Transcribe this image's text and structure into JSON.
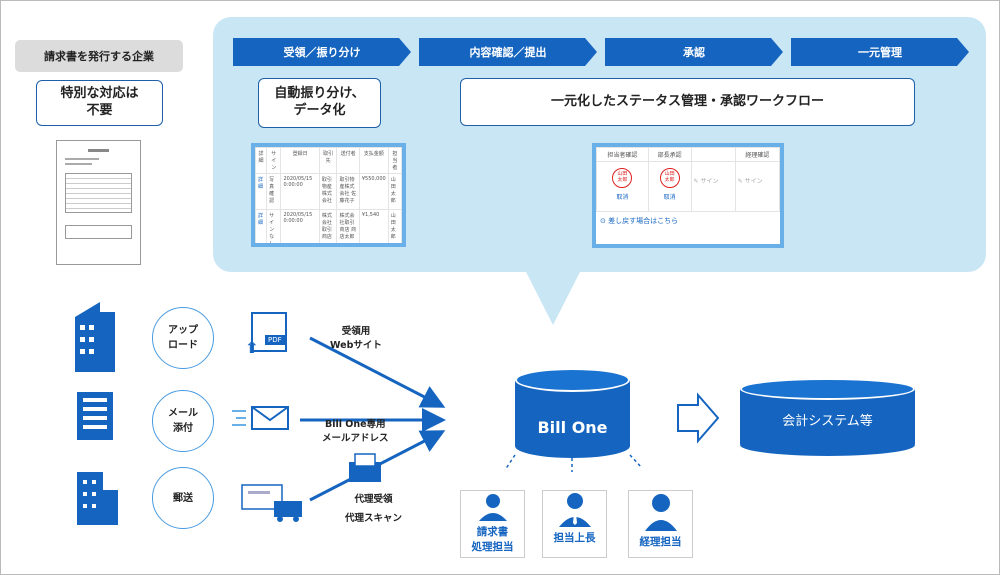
{
  "left": {
    "company_label": "請求書を発行する企業",
    "no_special": "特別な対応は\n不要"
  },
  "steps": [
    "受領／振り分け",
    "内容確認／提出",
    "承認",
    "一元管理"
  ],
  "auto_box": "自動振り分け、\nデータ化",
  "workflow_box": "一元化したステータス管理・承認ワークフロー",
  "table_shot": {
    "headers": [
      "詳細",
      "サイン",
      "登録日",
      "取引先",
      "送付者",
      "支払金額",
      "担当者"
    ],
    "rows": [
      [
        "詳細",
        "写真確認",
        "2020/05/15 0:00:00",
        "取引物産株式会社",
        "取引物産株式会社 佐藤花子",
        "¥550,000",
        "山田太郎"
      ],
      [
        "詳細",
        "サインなし",
        "2020/05/15 0:00:00",
        "株式会社取引商店",
        "株式会社取引商店 商店太郎",
        "¥1,540",
        "山田太郎"
      ]
    ]
  },
  "approval_shot": {
    "headers": [
      "担当者確認",
      "部長承認",
      "",
      "経理確認"
    ],
    "stamp": "山田\n太郎",
    "cancel": "取消",
    "sign": "サイン",
    "sendback": "差し戻す場合はこちら"
  },
  "channels": [
    {
      "label": "アップ\nロード",
      "desc": "受領用\nWebサイト"
    },
    {
      "label": "メール\n添付",
      "desc": "Bill One専用\nメールアドレス"
    },
    {
      "label": "郵送",
      "desc": "代理受領\n代理スキャン"
    }
  ],
  "pdf_label": "PDF",
  "center": "Bill One",
  "accounting": "会計システム等",
  "people": [
    "請求書\n処理担当",
    "担当上長",
    "経理担当"
  ],
  "colors": {
    "primary": "#1565c0",
    "panel": "#c9e6f5",
    "stamp": "#e02020"
  }
}
